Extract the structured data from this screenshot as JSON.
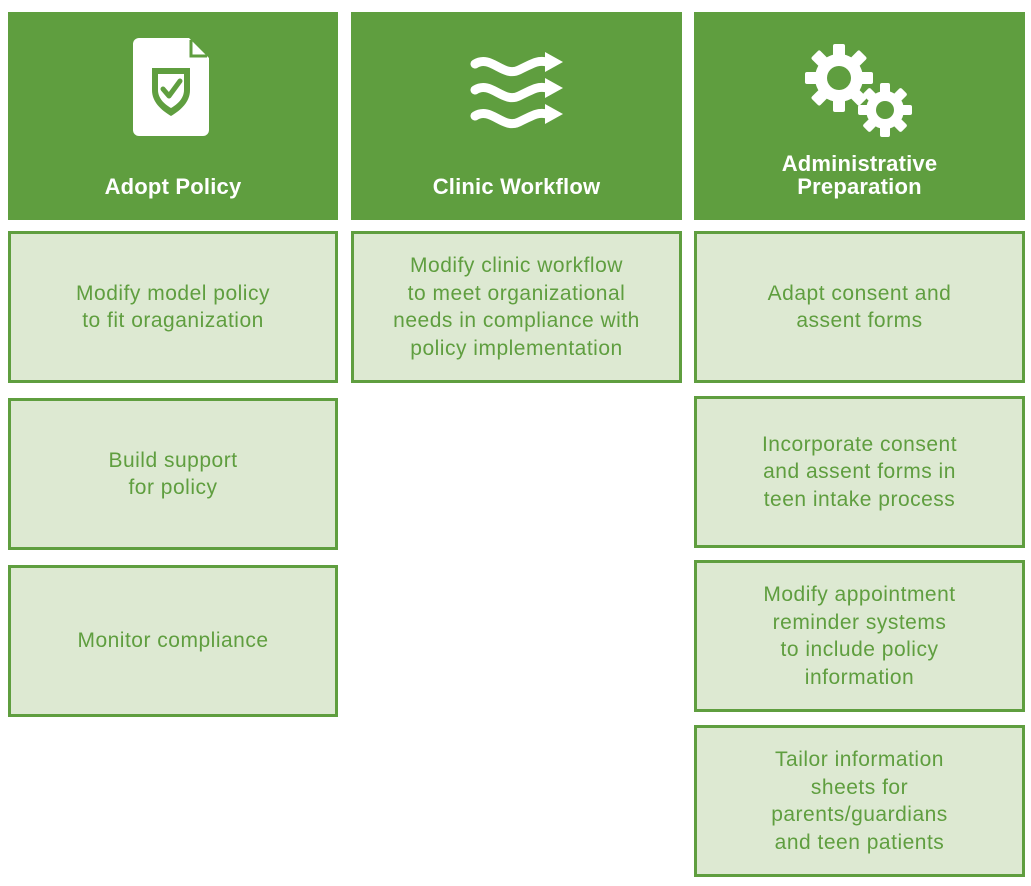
{
  "columns": [
    {
      "title_lines": [
        "Adopt Policy"
      ],
      "icon": "document-shield-check-icon",
      "items": [
        {
          "lines": [
            "Modify model policy",
            "to fit oraganization"
          ]
        },
        {
          "lines": [
            "Build support",
            "for policy"
          ]
        },
        {
          "lines": [
            "Monitor compliance"
          ]
        }
      ]
    },
    {
      "title_lines": [
        "Clinic Workflow"
      ],
      "icon": "flow-arrows-icon",
      "items": [
        {
          "lines": [
            "Modify clinic workflow",
            "to meet organizational",
            "needs in compliance with",
            "policy implementation"
          ]
        }
      ]
    },
    {
      "title_lines": [
        "Administrative",
        "Preparation"
      ],
      "icon": "gears-icon",
      "items": [
        {
          "lines": [
            "Adapt consent and",
            "assent forms"
          ]
        },
        {
          "lines": [
            "Incorporate consent",
            "and assent forms in",
            "teen intake process"
          ]
        },
        {
          "lines": [
            "Modify appointment",
            "reminder systems",
            "to include policy",
            "information"
          ]
        },
        {
          "lines": [
            "Tailor information",
            "sheets for",
            "parents/guardians",
            "and teen patients"
          ]
        }
      ]
    }
  ],
  "colors": {
    "header_green": "#5f9e3f",
    "card_fill": "#dde9d2",
    "card_text": "#5f9e3f",
    "header_text": "#ffffff"
  }
}
